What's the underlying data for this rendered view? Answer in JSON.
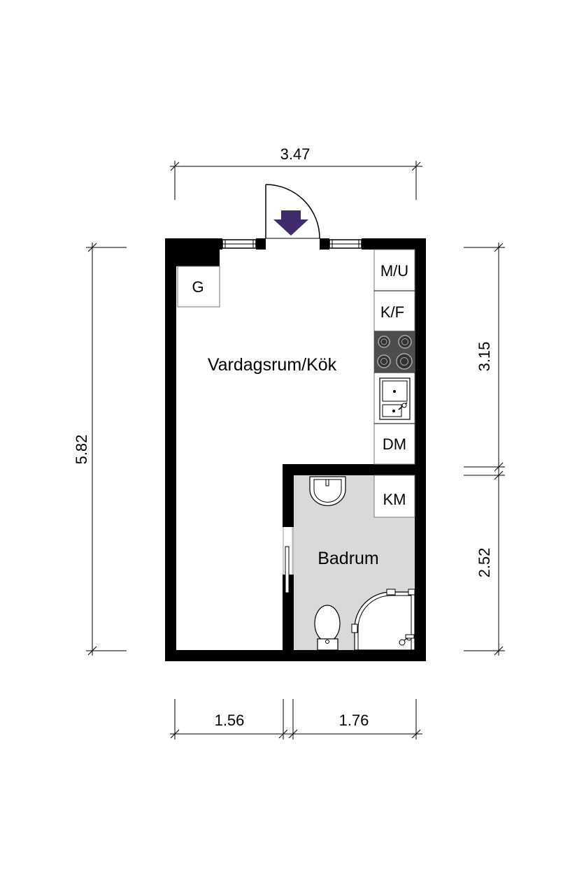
{
  "rooms": {
    "living_kitchen": "Vardagsrum/Kök",
    "bathroom": "Badrum"
  },
  "fixtures": {
    "wardrobe": "G",
    "microwave_oven": "M/U",
    "fridge_freezer": "K/F",
    "dishwasher": "DM",
    "washing_machine": "KM"
  },
  "dimensions": {
    "top_width": "3.47",
    "left_height": "5.82",
    "right_upper": "3.15",
    "right_lower": "2.52",
    "bottom_left": "1.56",
    "bottom_right": "1.76"
  },
  "colors": {
    "wall": "#000000",
    "bathroom_floor": "#d9d9d9",
    "entrance_arrow": "#3f2a6b"
  }
}
